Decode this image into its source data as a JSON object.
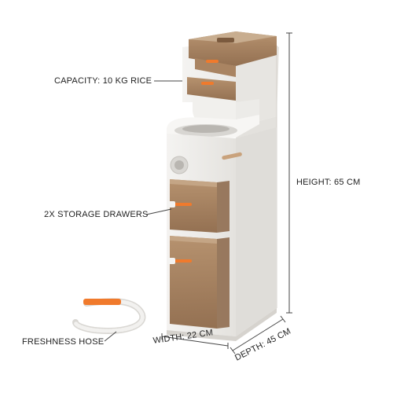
{
  "annotations": {
    "capacity": "CAPACITY: 10 KG RICE",
    "drawers": "2X STORAGE DRAWERS",
    "hose": "FRESHNESS HOSE",
    "height": "HEIGHT: 65 CM",
    "width": "WIDTH: 22 CM",
    "depth": "DEPTH: 45 CM"
  },
  "colors": {
    "body": "#ecebe8",
    "body_shade": "#dcdad6",
    "amber": "#9a7351",
    "amber_light": "#b89877",
    "orange": "#f07a2c",
    "line": "#444444"
  },
  "icons": [
    "dial-icon",
    "drawer-handle-icon",
    "hose-icon"
  ]
}
